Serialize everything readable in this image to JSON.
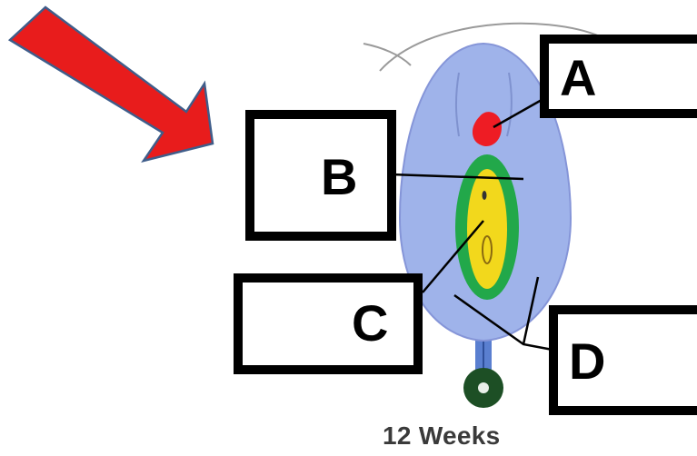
{
  "labels": {
    "a": "A",
    "b": "B",
    "c": "C",
    "d": "D"
  },
  "caption": "12 Weeks",
  "colors": {
    "arrow": "#e81c1c",
    "arrow_outline": "#3f5d8a",
    "body": "#9fb3ea",
    "body_outline": "#8595d8",
    "part_a": "#ee1c24",
    "part_b": "#22a84a",
    "part_c": "#f2d81c",
    "stalk": "#5a7fd0",
    "base": "#1d4f25",
    "box_border": "#000000"
  },
  "icons": {
    "pointer": "red-arrow-icon"
  }
}
